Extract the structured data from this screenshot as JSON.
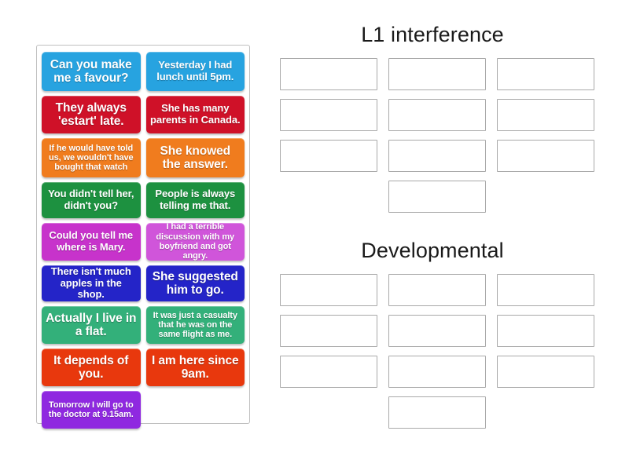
{
  "tiles": [
    {
      "text": "Can you make me a favour?",
      "color": "#27a3e0",
      "size": "fs-lg",
      "height": "h-50"
    },
    {
      "text": "Yesterday I had lunch until 5pm.",
      "color": "#27a3e0",
      "size": "fs-md",
      "height": "h-50"
    },
    {
      "text": "They always 'estart' late.",
      "color": "#cf1128",
      "size": "fs-lg",
      "height": "h-48"
    },
    {
      "text": "She has many parents in Canada.",
      "color": "#cf1128",
      "size": "fs-md",
      "height": "h-48"
    },
    {
      "text": "If he would have told us, we wouldn't have bought that watch",
      "color": "#f07c1e",
      "size": "fs-sm",
      "height": "h-50"
    },
    {
      "text": "She knowed the answer.",
      "color": "#f07c1e",
      "size": "fs-lg",
      "height": "h-50"
    },
    {
      "text": "You didn't tell her, didn't you?",
      "color": "#1d9140",
      "size": "fs-md",
      "height": "h-46"
    },
    {
      "text": "People is always telling me that.",
      "color": "#1d9140",
      "size": "fs-md",
      "height": "h-46"
    },
    {
      "text": "Could you tell me where is Mary.",
      "color": "#c733cb",
      "size": "fs-md",
      "height": "h-48"
    },
    {
      "text": "I had a terrible discussion with my boyfriend and got angry.",
      "color": "#d055da",
      "size": "fs-sm",
      "height": "h-48"
    },
    {
      "text": "There isn't much apples in the shop.",
      "color": "#2424c8",
      "size": "fs-md",
      "height": "h-46"
    },
    {
      "text": "She suggested him to go.",
      "color": "#2424c8",
      "size": "fs-lg",
      "height": "h-46"
    },
    {
      "text": "Actually I live in a flat.",
      "color": "#33b07a",
      "size": "fs-lg",
      "height": "h-48"
    },
    {
      "text": "It was just a casualty that he was on the same flight as me.",
      "color": "#33b07a",
      "size": "fs-sm",
      "height": "h-48"
    },
    {
      "text": "It depends of you.",
      "color": "#e8380d",
      "size": "fs-lg",
      "height": "h-48"
    },
    {
      "text": "I am here since 9am.",
      "color": "#e8380d",
      "size": "fs-lg",
      "height": "h-48"
    },
    {
      "text": "Tomorrow I will go to the doctor at 9.15am.",
      "color": "#8f28e0",
      "size": "fs-sm",
      "height": "h-48"
    },
    {
      "text": "",
      "color": "",
      "size": "fs-sm",
      "height": "h-48",
      "empty": true
    }
  ],
  "groups": [
    {
      "title": "L1 interference",
      "slot_count": 10
    },
    {
      "title": "Developmental",
      "slot_count": 10
    }
  ],
  "colors": {
    "panel_border": "#bfbfbf",
    "slot_border": "#a9a9a9",
    "title_text": "#1a1a1a",
    "background": "#ffffff"
  }
}
